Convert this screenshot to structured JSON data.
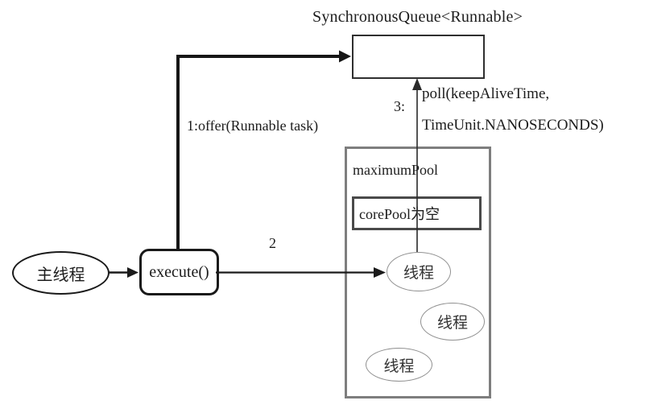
{
  "diagram": {
    "queue": {
      "title": "SynchronousQueue<Runnable>"
    },
    "main_thread_label": "主线程",
    "execute_label": "execute()",
    "maximum_pool_label": "maximumPool",
    "core_pool_label": "corePool为空",
    "threads": [
      {
        "label": "线程"
      },
      {
        "label": "线程"
      },
      {
        "label": "线程"
      }
    ],
    "arrows": {
      "offer": "1:offer(Runnable task)",
      "step2": "2",
      "step3_prefix": "3:",
      "poll_line1": "poll(keepAliveTime,",
      "poll_line2": "TimeUnit.NANOSECONDS)"
    }
  },
  "colors": {
    "bg": "#ffffff",
    "line": "#1a1a1a",
    "text": "#1c1c1c",
    "pool-border": "#7e7e7e",
    "core-border": "#4a4a4a",
    "thread-border": "#909090"
  }
}
